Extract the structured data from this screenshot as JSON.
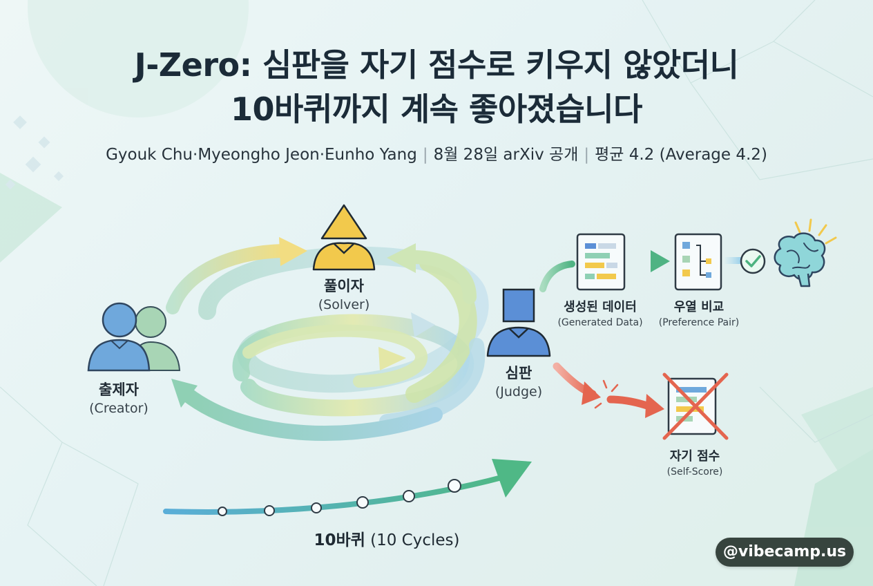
{
  "title": {
    "line1": "J-Zero: 심판을 자기 점수로 키우지 않았더니",
    "line2": "10바퀴까지 계속 좋아졌습니다"
  },
  "byline": {
    "authors": "Gyouk Chu·Myeongho Jeon·Eunho Yang",
    "date": "8월 28일 arXiv 공개",
    "rating": "평균 4.2 (Average 4.2)"
  },
  "roles": {
    "solver": {
      "ko": "풀이자",
      "en": "(Solver)"
    },
    "creator": {
      "ko": "출제자",
      "en": "(Creator)"
    },
    "judge": {
      "ko": "심판",
      "en": "(Judge)"
    }
  },
  "pipeline": {
    "generated": {
      "ko": "생성된 데이터",
      "en": "(Generated Data)"
    },
    "preference": {
      "ko": "우열 비교",
      "en": "(Preference Pair)"
    },
    "selfscore": {
      "ko": "자기 점수",
      "en": "(Self-Score)"
    }
  },
  "cycles": {
    "ko": "10바퀴",
    "en": "(10 Cycles)"
  },
  "watermark": "@vibecamp.us",
  "colors": {
    "solver": "#f2c94c",
    "person": "#6fa8dc",
    "person_alt": "#a8d5b5",
    "judge": "#5b8fd6",
    "good_arrow": "#58b889",
    "bad_arrow": "#e8705f",
    "check": "#4cb37f",
    "badge_bg": "#37443e"
  }
}
